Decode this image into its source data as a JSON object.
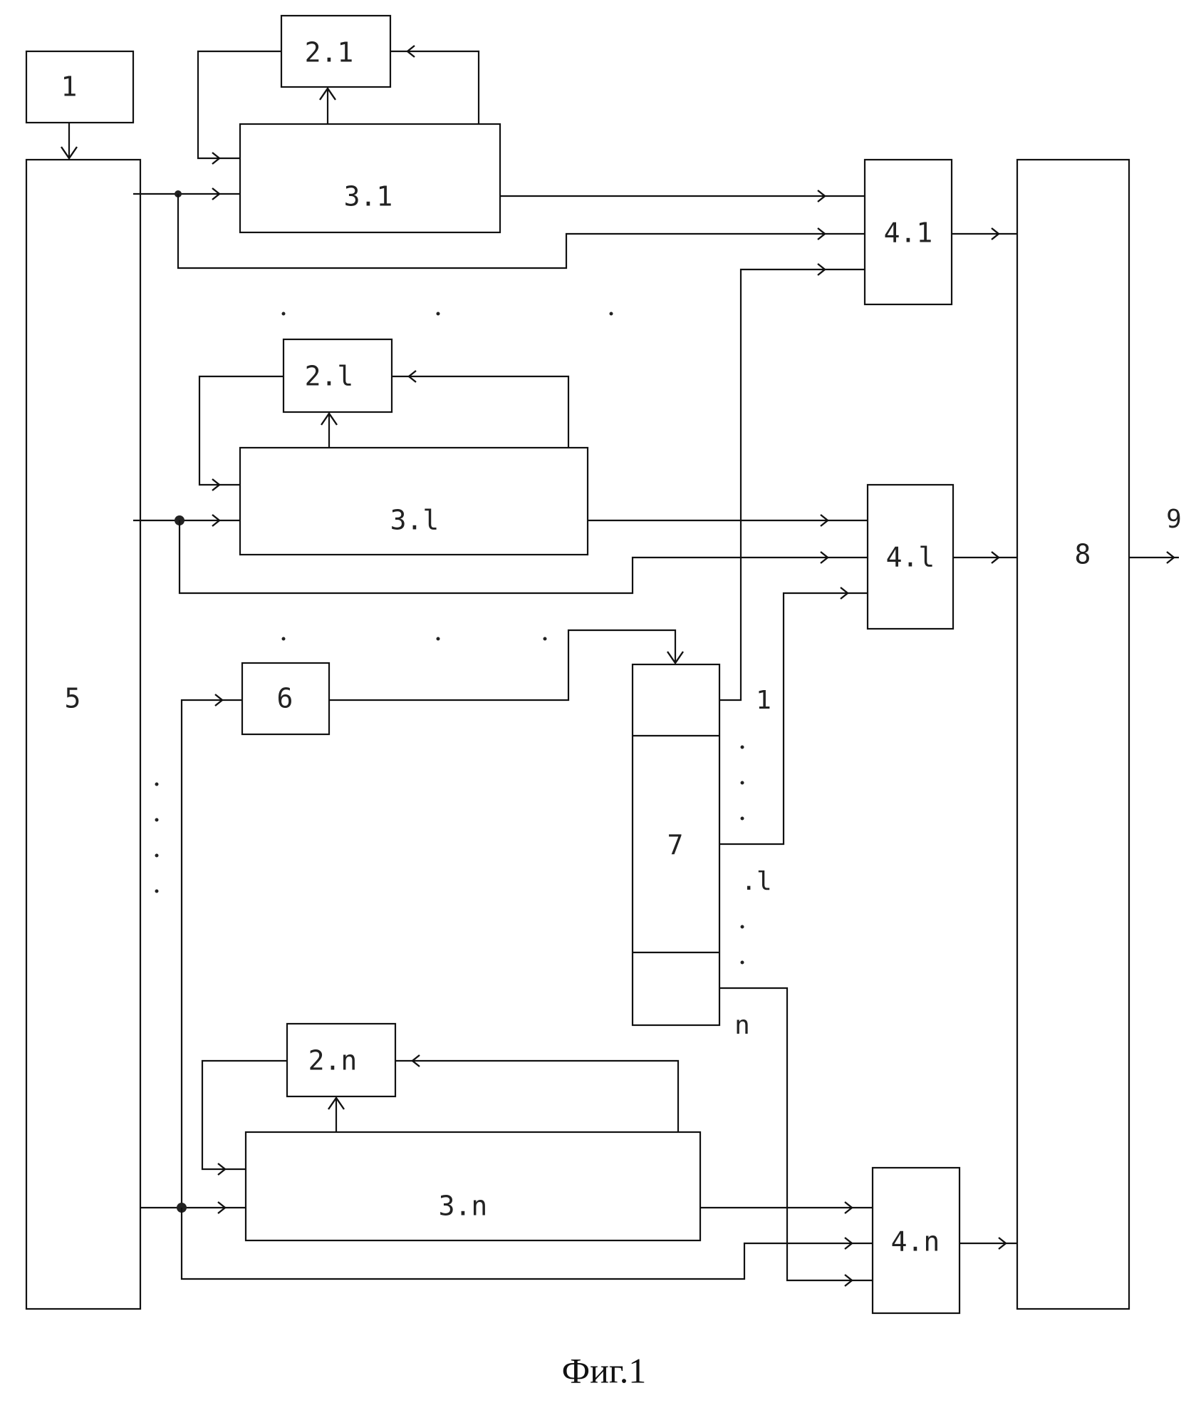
{
  "blocks": {
    "b1": "1",
    "b2_1": "2.1",
    "b3_1": "3.1",
    "b4_1": "4.1",
    "b2_l": "2.l",
    "b3_l": "3.l",
    "b4_l": "4.l",
    "b5": "5",
    "b6": "6",
    "b7": "7",
    "b8": "8",
    "b2_n": "2.n",
    "b3_n": "3.n",
    "b4_n": "4.n"
  },
  "labels": {
    "output": "9",
    "out7_1": "1",
    "out7_l": ".l",
    "out7_n": "n"
  },
  "caption": "Фиг.1"
}
